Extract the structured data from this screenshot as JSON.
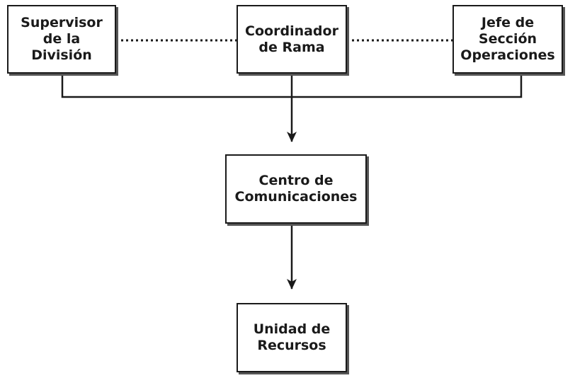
{
  "diagram": {
    "nodes": [
      {
        "id": "supervisor",
        "label": "Supervisor\nde la\nDivisión"
      },
      {
        "id": "coordinador",
        "label": "Coordinador\nde Rama"
      },
      {
        "id": "jefe",
        "label": "Jefe de\nSección\nOperaciones"
      },
      {
        "id": "centro",
        "label": "Centro de\nComunicaciones"
      },
      {
        "id": "unidad",
        "label": "Unidad de\nRecursos"
      }
    ],
    "edges": [
      {
        "from": "supervisor",
        "to": "coordinador",
        "style": "dotted"
      },
      {
        "from": "coordinador",
        "to": "jefe",
        "style": "dotted"
      },
      {
        "from": "supervisor",
        "to": "centro",
        "style": "solid"
      },
      {
        "from": "jefe",
        "to": "centro",
        "style": "solid"
      },
      {
        "from": "coordinador",
        "to": "centro",
        "style": "solid-arrow"
      },
      {
        "from": "centro",
        "to": "unidad",
        "style": "solid-arrow"
      }
    ],
    "colors": {
      "line": "#1a1a1a",
      "shadow": "#555555",
      "background": "#ffffff"
    }
  }
}
